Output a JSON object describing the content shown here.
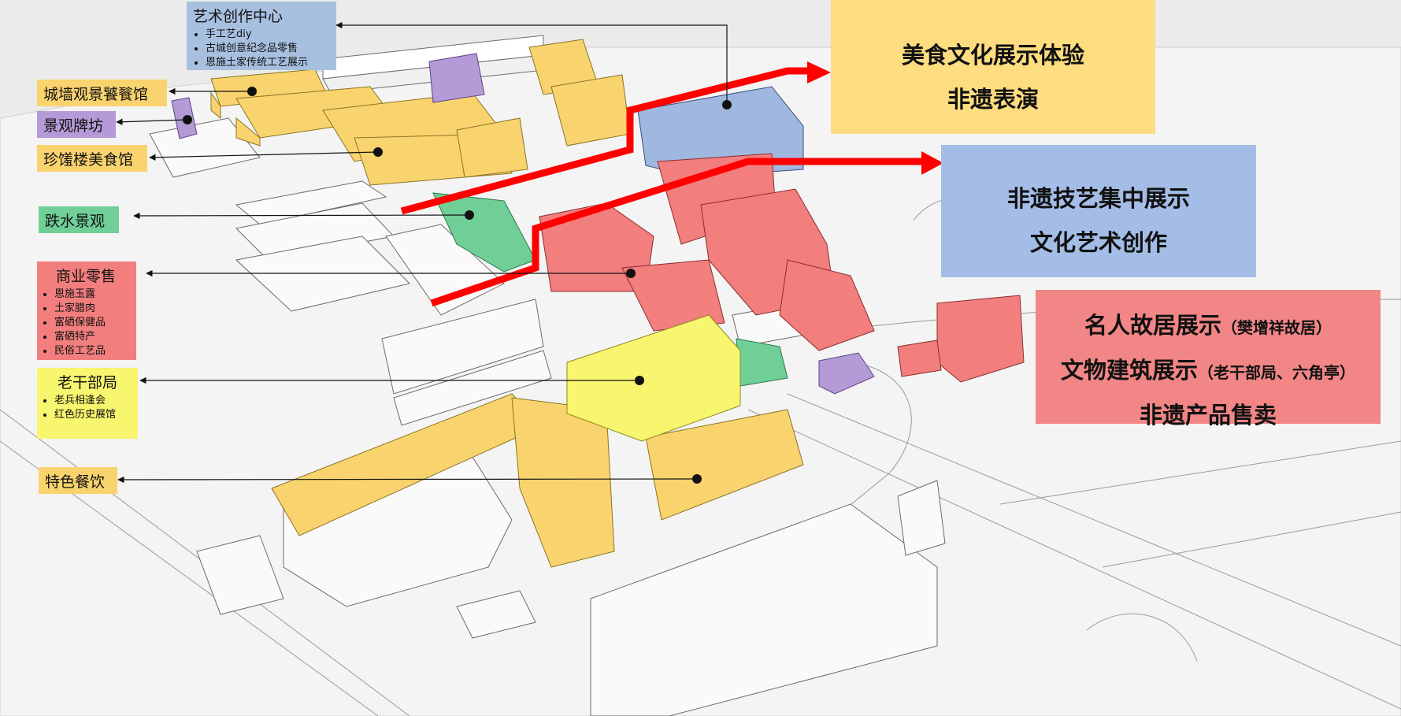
{
  "colors": {
    "yellow": "#f9d36e",
    "blue": "#a0b8e0",
    "purple": "#b49ad6",
    "green": "#6fcf97",
    "red": "#f27e7e",
    "lime": "#f8f56e",
    "arrow": "#ff0000"
  },
  "labels": {
    "art_center": {
      "title": "艺术创作中心",
      "items": [
        "手工艺diy",
        "古城创意纪念品零售",
        "恩施土家传统工艺展示"
      ]
    },
    "wall_restaurant": {
      "title": "城墙观景饕餮馆"
    },
    "archway": {
      "title": "景观牌坊"
    },
    "zhenxi": {
      "title": "珍馐楼美食馆"
    },
    "waterfall": {
      "title": "跌水景观"
    },
    "retail": {
      "title": "商业零售",
      "items": [
        "恩施玉露",
        "土家腊肉",
        "富硒保健品",
        "富硒特产",
        "民俗工艺品"
      ]
    },
    "veteran": {
      "title": "老干部局",
      "items": [
        "老兵相逢会",
        "红色历史展馆"
      ]
    },
    "dining": {
      "title": "特色餐饮"
    }
  },
  "callouts": {
    "food": {
      "line1": "美食文化展示体验",
      "line2": "非遗表演"
    },
    "craft": {
      "line1": "非遗技艺集中展示",
      "line2": "文化艺术创作"
    },
    "heritage": {
      "line1_main": "名人故居展示",
      "line1_sub": "（樊增祥故居）",
      "line2_main": "文物建筑展示",
      "line2_sub": "（老干部局、六角亭）",
      "line3": "非遗产品售卖"
    }
  }
}
